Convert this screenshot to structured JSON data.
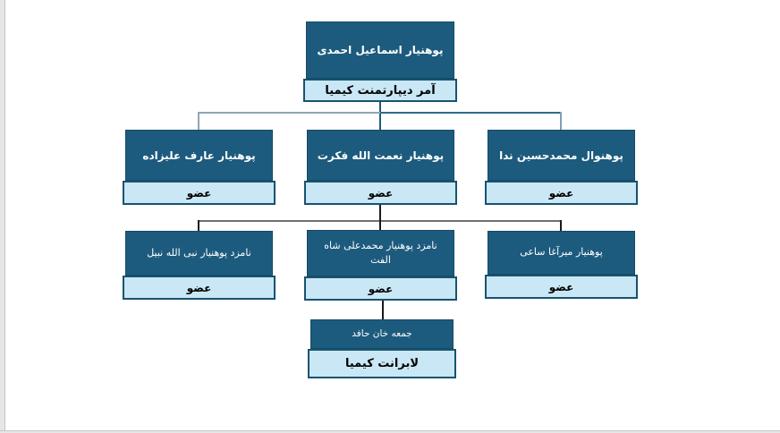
{
  "page": {
    "background": "#ffffff",
    "edge_color": "#e6e6e6"
  },
  "colors": {
    "node_fill": "#1d5b7e",
    "node_border": "#164a66",
    "title_fill": "#c9e7f5",
    "title_border": "#17536f",
    "name_text": "#ffffff",
    "title_text": "#000000",
    "connector_teal": "#2d6b8b",
    "connector_steel": "#8fa6b3",
    "connector_dark": "#1a1a1a",
    "connector_gray": "#6f6f6f"
  },
  "org": {
    "root": {
      "name": "پوهنیار اسماعیل احمدی",
      "title": "آمر دیپارتمنت کیمیا"
    },
    "row2": [
      {
        "name": "پوهنیار عارف علیزاده",
        "title": "عضو"
      },
      {
        "name": "پوهنیار نعمت الله فکرت",
        "title": "عضو"
      },
      {
        "name": "پوهنوال محمدحسین ندا",
        "title": "عضو"
      }
    ],
    "row3": [
      {
        "name": "نامزد پوهنیار نبی الله نبیل",
        "title": "عضو"
      },
      {
        "name": "نامزد پوهنیار محمدعلی شاه الفت",
        "title": "عضو"
      },
      {
        "name": "پوهنیار میرآغا ساعی",
        "title": "عضو"
      }
    ],
    "row4": {
      "name": "جمعه خان حافد",
      "title": "لابرانت کیمیا"
    }
  }
}
